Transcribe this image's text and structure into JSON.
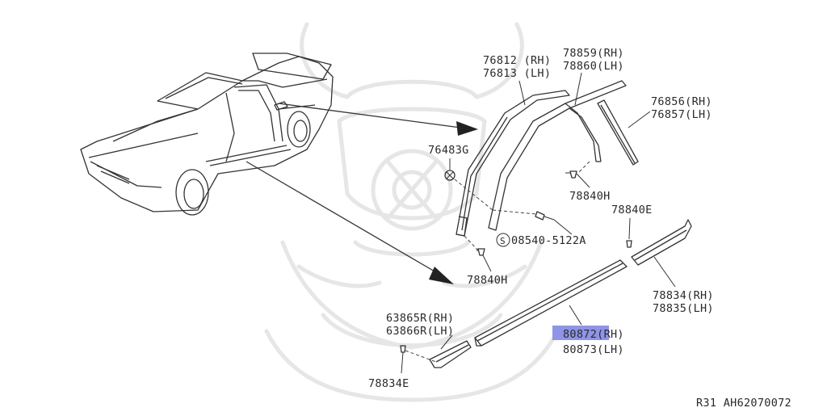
{
  "labels": {
    "l76812": "76812 (RH)",
    "l76813": "76813 (LH)",
    "l78859": "78859(RH)",
    "l78860": "78860(LH)",
    "l76856": "76856(RH)",
    "l76857": "76857(LH)",
    "l76483": "76483G",
    "l78840h_top": "78840H",
    "l78840e": "78840E",
    "l08540_circle": "S",
    "l08540": "08540-5122A",
    "l78840h_bot": "78840H",
    "l78834rh": "78834(RH)",
    "l78835lh": "78835(LH)",
    "l63865": "63865R(RH)",
    "l63866": "63866R(LH)",
    "l80872": "80872(RH)",
    "l80873": "80873(LH)",
    "l78834e": "78834E",
    "footer": "R31  AH62070072"
  },
  "colors": {
    "line": "#333333",
    "highlight": "#8e95e6",
    "watermark": "#e6e6e6"
  }
}
